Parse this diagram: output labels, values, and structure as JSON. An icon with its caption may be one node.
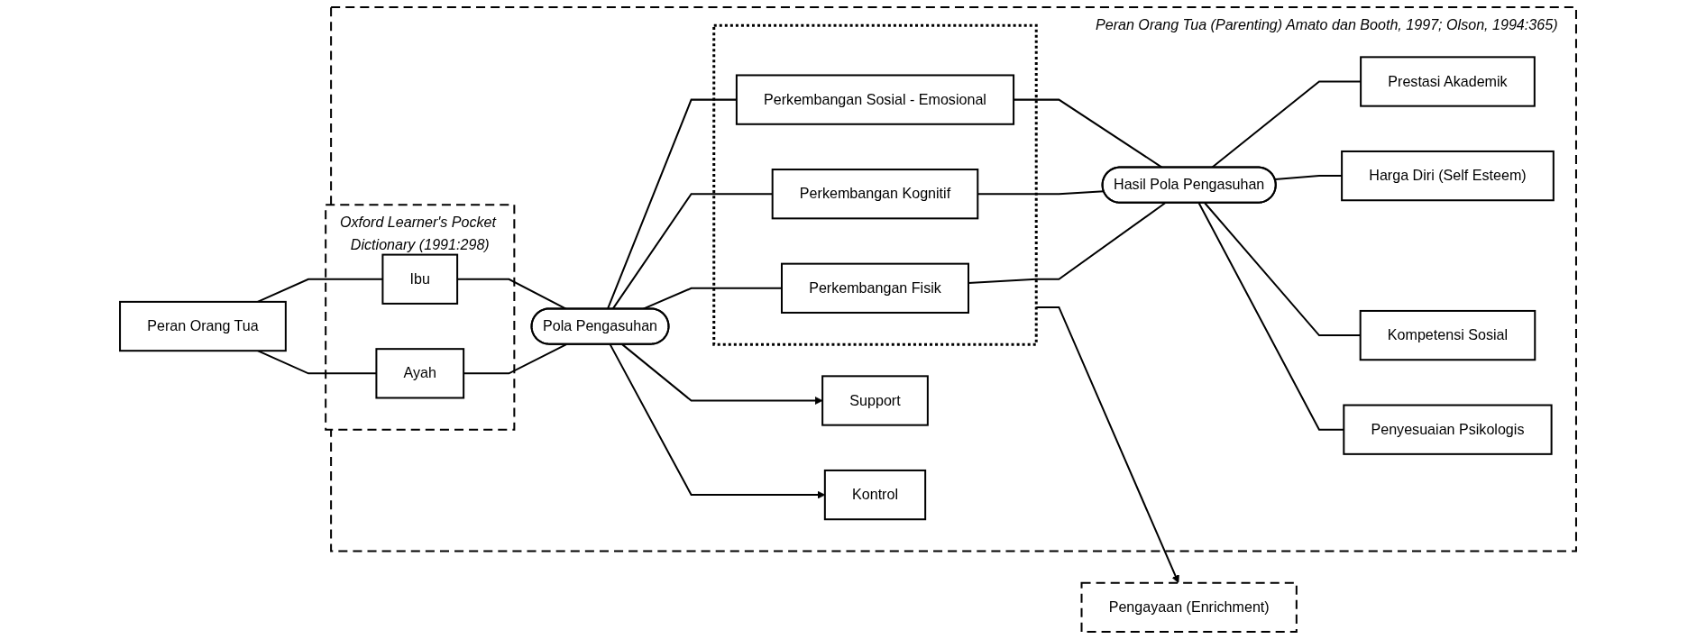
{
  "diagram": {
    "nodes": [
      {
        "text": [
          "Peran Orang Tua"
        ]
      },
      {
        "text": [
          "Peran Orang Tua (Parenting) Amato dan Booth, 1997; Olson, 1994:365)"
        ]
      },
      {
        "text": [
          "Oxford Learner's Pocket Dictionary (1991:298)"
        ],
        "in": 1
      },
      {
        "text": [
          "Ayah"
        ],
        "in": 2
      },
      {
        "text": [
          "Ibu"
        ],
        "in": 2
      },
      {
        "text": [
          "Support"
        ],
        "in": 1
      },
      {
        "text": [
          "Pola Pengasuhan"
        ],
        "in": 1
      },
      {
        "text": [
          "Kontrol"
        ],
        "in": 1
      },
      {
        "text": [],
        "shape": "box",
        "in": 1
      },
      {
        "text": [
          "Perkembangan Fisik"
        ],
        "in": 8
      },
      {
        "text": [
          "Perkembangan Kognitif"
        ],
        "in": 8
      },
      {
        "text": [
          "Perkembangan Sosial - Emosional"
        ],
        "in": 8
      },
      {
        "text": [
          "Hasil Pola Pengasuhan"
        ],
        "in": 1
      },
      {
        "text": [
          "Prestasi Akademik"
        ],
        "in": 1
      },
      {
        "text": [
          "Harga Diri (Self Esteem)"
        ],
        "in": 1
      },
      {
        "text": [
          "Kompetensi Sosial"
        ],
        "in": 1
      },
      {
        "text": [
          "Penyesuaian Psikologis"
        ],
        "in": 1
      },
      {
        "text": [
          "Pengayaan (Enrichment)"
        ]
      }
    ],
    "edges": [
      {
        "from": 0,
        "to": 3,
        "arrow": "none"
      },
      {
        "from": 0,
        "to": 4,
        "arrow": "none"
      },
      {
        "from": 3,
        "to": 6,
        "arrow": "none"
      },
      {
        "from": 4,
        "to": 6,
        "arrow": "none"
      },
      {
        "from": 6,
        "to": 5,
        "arrow": "to"
      },
      {
        "from": 6,
        "to": 7,
        "arrow": "to"
      },
      {
        "from": 6,
        "to": 9,
        "arrow": "none"
      },
      {
        "from": 6,
        "to": 10,
        "arrow": "none"
      },
      {
        "from": 6,
        "to": 11,
        "arrow": "none"
      },
      {
        "from": 9,
        "to": 12,
        "arrow": "none"
      },
      {
        "from": 10,
        "to": 12,
        "arrow": "none"
      },
      {
        "from": 11,
        "to": 12,
        "arrow": "none"
      },
      {
        "from": 12,
        "to": 13,
        "arrow": "none"
      },
      {
        "from": 12,
        "to": 14,
        "arrow": "none"
      },
      {
        "from": 12,
        "to": 15,
        "arrow": "none"
      },
      {
        "from": 12,
        "to": 16,
        "arrow": "none"
      },
      {
        "from": 8,
        "to": 17,
        "arrow": "to"
      }
    ]
  }
}
